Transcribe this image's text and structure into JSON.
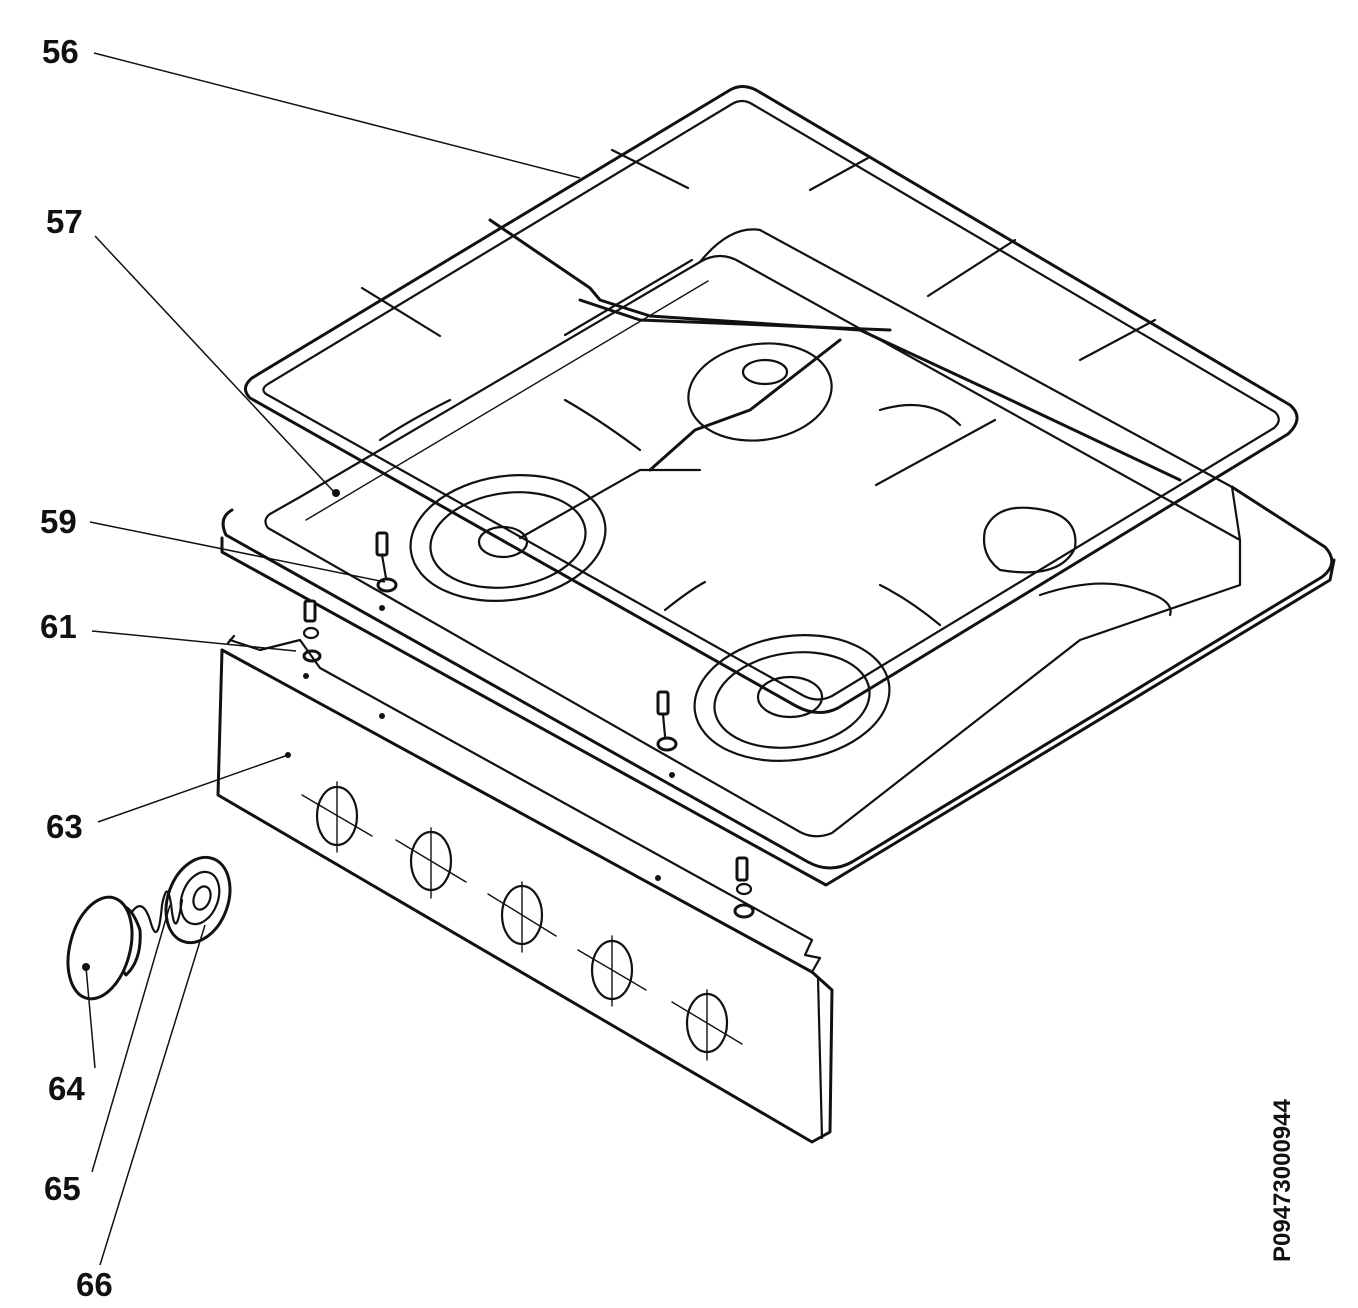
{
  "callouts": [
    {
      "id": "56",
      "part": "pan support grid"
    },
    {
      "id": "57",
      "part": "hob top"
    },
    {
      "id": "59",
      "part": "screw"
    },
    {
      "id": "61",
      "part": "screw"
    },
    {
      "id": "63",
      "part": "control panel"
    },
    {
      "id": "64",
      "part": "knob"
    },
    {
      "id": "65",
      "part": "spring"
    },
    {
      "id": "66",
      "part": "knob ring"
    }
  ],
  "reference_code": "P09473000944",
  "colors": {
    "line": "#111111",
    "background": "#ffffff"
  }
}
